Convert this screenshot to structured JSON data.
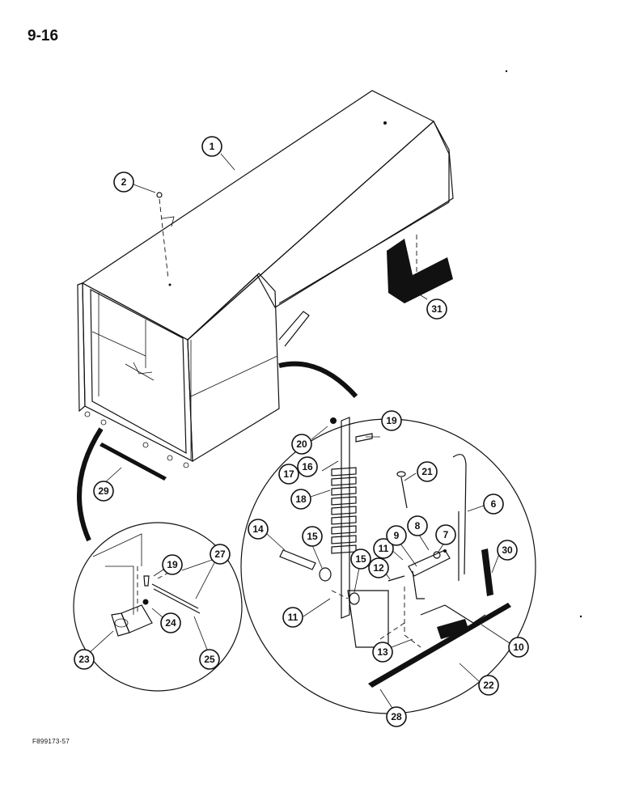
{
  "page": {
    "number": "9-16",
    "figure_code": "F899173-57"
  },
  "callouts": {
    "c1": "1",
    "c2": "2",
    "c31": "31",
    "c29": "29",
    "c19a": "19",
    "c20": "20",
    "c17": "17",
    "c16": "16",
    "c18": "18",
    "c21": "21",
    "c6": "6",
    "c14": "14",
    "c15a": "15",
    "c15b": "15",
    "c11a": "11",
    "c9": "9",
    "c8": "8",
    "c7": "7",
    "c12": "12",
    "c30": "30",
    "c11b": "11",
    "c13": "13",
    "c10": "10",
    "c22": "22",
    "c28": "28",
    "c19b": "19",
    "c27": "27",
    "c24": "24",
    "c23": "23",
    "c25": "25"
  }
}
